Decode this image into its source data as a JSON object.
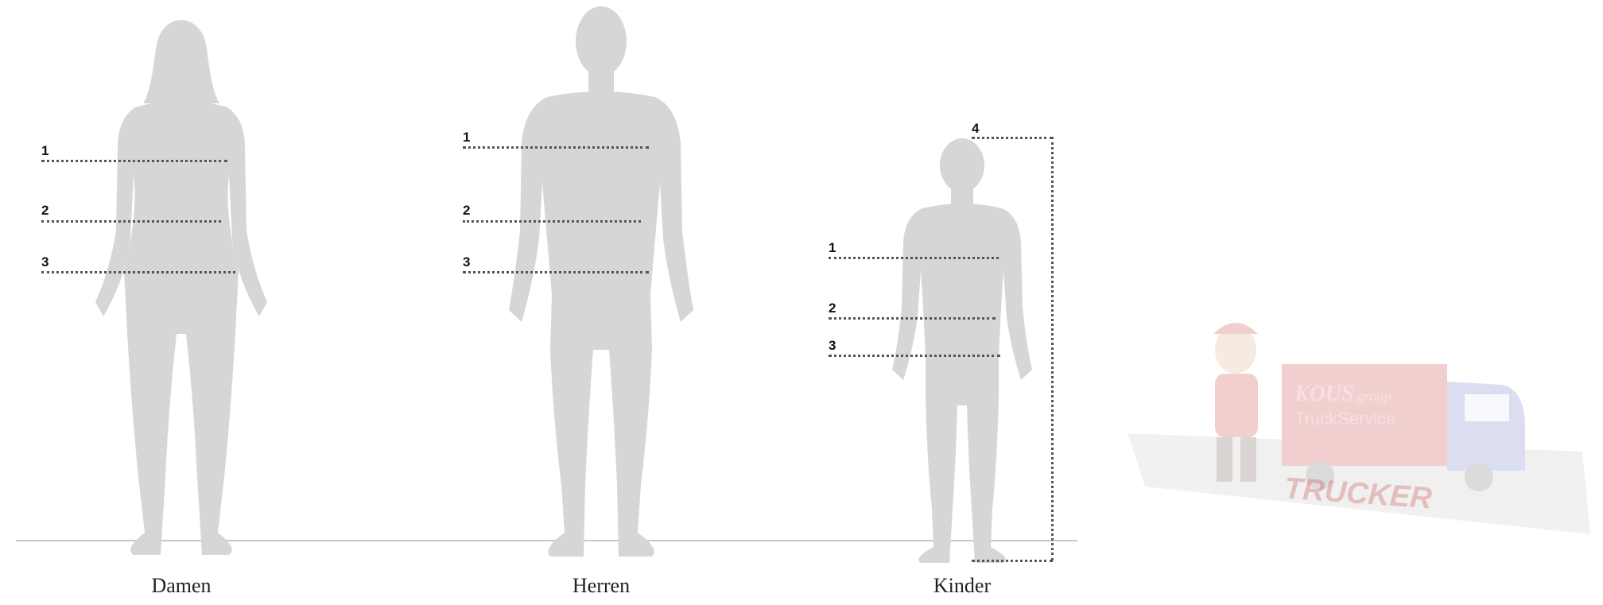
{
  "figures": [
    {
      "key": "damen",
      "label": "Damen",
      "markers": [
        "1",
        "2",
        "3"
      ]
    },
    {
      "key": "herren",
      "label": "Herren",
      "markers": [
        "1",
        "2",
        "3"
      ]
    },
    {
      "key": "kinder",
      "label": "Kinder",
      "markers": [
        "1",
        "2",
        "3",
        "4"
      ]
    }
  ],
  "watermark": {
    "brand": "KOUS",
    "brand_suffix": "group",
    "service": "TruckService",
    "mat_text": "TRUCKER"
  },
  "colors": {
    "silhouette": "#d6d6d6",
    "dotted_line": "#555555",
    "ground_line": "#c8c8c8"
  }
}
